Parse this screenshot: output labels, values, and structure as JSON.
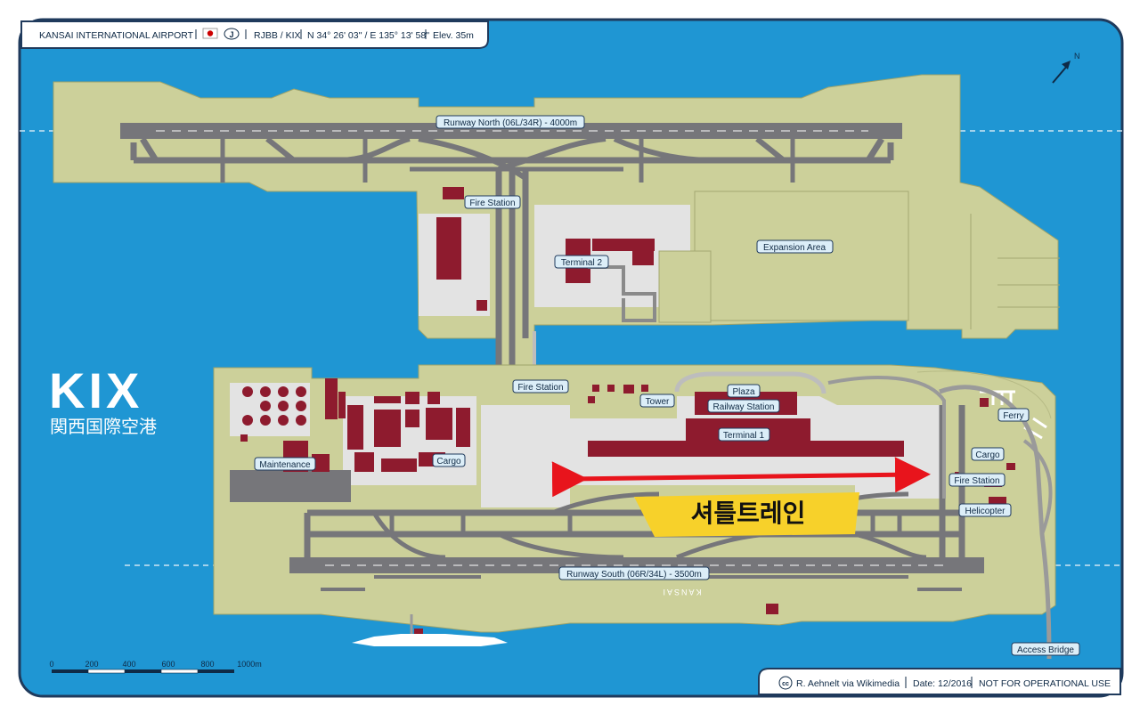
{
  "header": {
    "airport_name": "KANSAI INTERNATIONAL AIRPORT",
    "country_code": "J",
    "codes": "RJBB / KIX",
    "coordinates": "N 34° 26' 03'' / E 135° 13' 58''",
    "elevation": "Elev. 35m"
  },
  "brand": {
    "logo_text": "KIX",
    "japanese_name": "関西国際空港"
  },
  "north_arrow": {
    "label": "N"
  },
  "runways": {
    "north": "Runway North (06L/34R) - 4000m",
    "south": "Runway South (06R/34L) - 3500m",
    "south_marking": "KANSAI"
  },
  "labels": {
    "fire_station_north": "Fire Station",
    "terminal_2": "Terminal 2",
    "expansion_area": "Expansion Area",
    "fire_station_central": "Fire Station",
    "tower": "Tower",
    "plaza": "Plaza",
    "railway_station": "Railway Station",
    "terminal_1": "Terminal 1",
    "maintenance": "Maintenance",
    "cargo_west": "Cargo",
    "ferry": "Ferry",
    "cargo_east": "Cargo",
    "fire_station_east": "Fire Station",
    "helicopter": "Helicopter",
    "access_bridge": "Access Bridge"
  },
  "annotation": {
    "text": "셔틀트레인"
  },
  "scale_bar": {
    "ticks": [
      "0",
      "200",
      "400",
      "600",
      "800",
      "1000m"
    ]
  },
  "footer": {
    "license_icon": "cc",
    "credit": "R. Aehnelt via Wikimedia",
    "date": "Date: 12/2016",
    "notice": "NOT FOR OPERATIONAL USE"
  },
  "colors": {
    "sea": "#1f96d3",
    "land": "#ccd09a",
    "apron": "#e3e3e3",
    "taxiway": "#76767a",
    "building": "#8e1b2e",
    "frame": "#1f3a5c",
    "highlight": "#f7d12a",
    "arrow": "#e8141c"
  }
}
